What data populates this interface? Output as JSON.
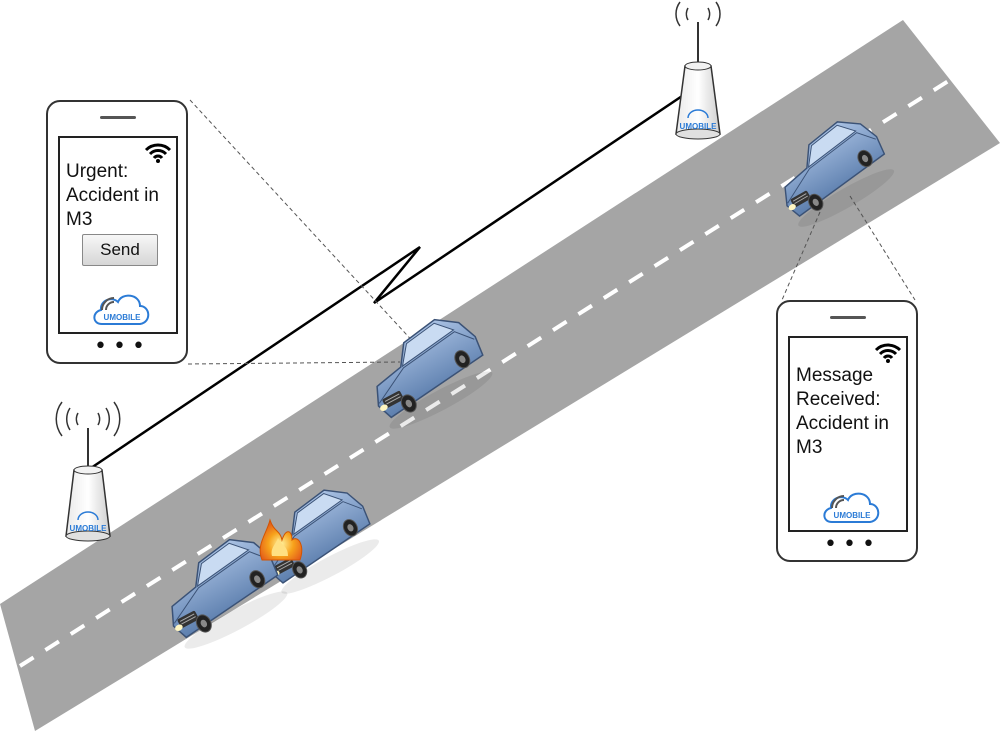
{
  "sender_phone": {
    "message": "Urgent:\nAccident in\nM3",
    "send_label": "Send",
    "dots": "•••",
    "logo_text": "UMOBILE"
  },
  "receiver_phone": {
    "message": "Message\nReceived:\nAccident in\nM3",
    "dots": "•••",
    "logo_text": "UMOBILE"
  },
  "towers": {
    "left_label": "UMOBILE",
    "right_label": "UMOBILE"
  },
  "colors": {
    "road": "#a5a5a5",
    "lane_marking": "#ffffff",
    "car_body": "#7f9fc9",
    "logo_blue": "#2b7bd6",
    "fire": "#f39c12"
  }
}
